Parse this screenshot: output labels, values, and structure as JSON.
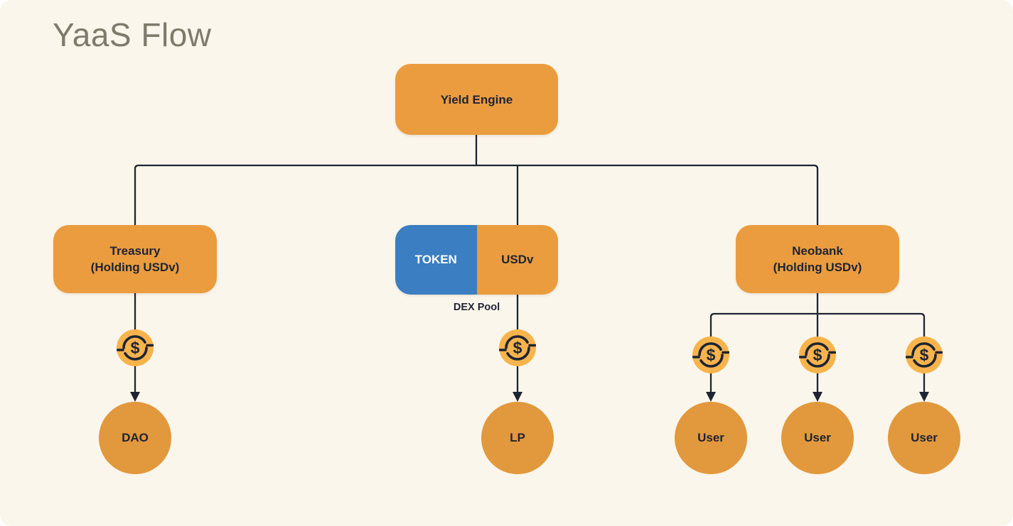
{
  "diagram": {
    "title": "YaaS Flow",
    "nodes": {
      "yield_engine": {
        "label": "Yield Engine"
      },
      "treasury": {
        "title": "Treasury",
        "subtitle": "(Holding USDv)"
      },
      "dex_pool": {
        "token_label": "TOKEN",
        "usdv_label": "USDv",
        "caption": "DEX Pool"
      },
      "neobank": {
        "title": "Neobank",
        "subtitle": "(Holding USDv)"
      },
      "dao": {
        "label": "DAO"
      },
      "lp": {
        "label": "LP"
      },
      "users": [
        {
          "label": "User"
        },
        {
          "label": "User"
        },
        {
          "label": "User"
        }
      ]
    },
    "icons": {
      "coin": "dollar-coin",
      "coin_symbol": "$"
    },
    "colors": {
      "background": "#FBF6EC",
      "node_orange": "#EA9C3E",
      "circle_orange": "#E2983C",
      "token_blue": "#3B7EC1",
      "coin_fill": "#F8B44C",
      "line_dark": "#1E2433",
      "title_gray": "#7E7A6C"
    }
  }
}
